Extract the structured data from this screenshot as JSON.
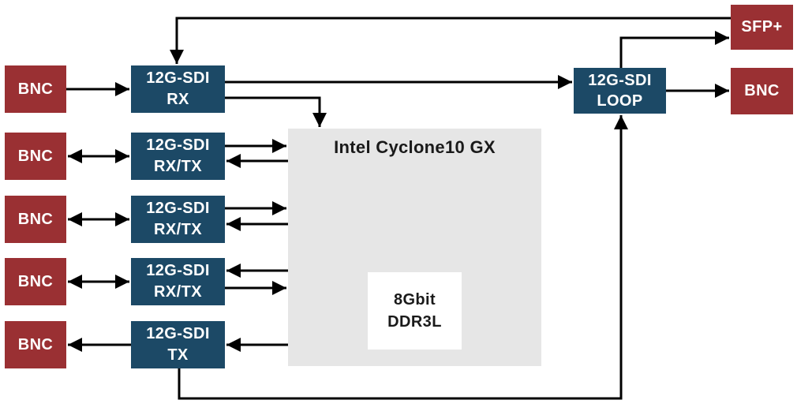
{
  "diagram": {
    "type": "block-diagram",
    "colors": {
      "port_red": "#9a3033",
      "sdi_blue": "#1c4966",
      "fpga_gray": "#e6e6e6",
      "memory_white": "#ffffff",
      "wire_black": "#000000",
      "label_white": "#ffffff",
      "label_dark": "#1a1a1a"
    },
    "left_ports": [
      {
        "label": "BNC"
      },
      {
        "label": "BNC"
      },
      {
        "label": "BNC"
      },
      {
        "label": "BNC"
      },
      {
        "label": "BNC"
      }
    ],
    "sdi_blocks": [
      {
        "line1": "12G-SDI",
        "line2": "RX"
      },
      {
        "line1": "12G-SDI",
        "line2": "RX/TX"
      },
      {
        "line1": "12G-SDI",
        "line2": "RX/TX"
      },
      {
        "line1": "12G-SDI",
        "line2": "RX/TX"
      },
      {
        "line1": "12G-SDI",
        "line2": "TX"
      }
    ],
    "fpga": {
      "label": "Intel Cyclone10 GX"
    },
    "memory": {
      "line1": "8Gbit",
      "line2": "DDR3L"
    },
    "loop_block": {
      "line1": "12G-SDI",
      "line2": "LOOP"
    },
    "sfp_port": {
      "label": "SFP+"
    },
    "output_port": {
      "label": "BNC"
    },
    "connections": [
      "SFP+ -> 12G-SDI RX",
      "BNC 1 -> 12G-SDI RX",
      "12G-SDI RX -> 12G-SDI LOOP",
      "12G-SDI RX -> Intel Cyclone10 GX",
      "BNC 2 <-> 12G-SDI RX/TX",
      "BNC 3 <-> 12G-SDI RX/TX",
      "BNC 4 <-> 12G-SDI RX/TX",
      "12G-SDI RX/TX <-> Intel Cyclone10 GX (x3)",
      "Intel Cyclone10 GX -> 12G-SDI TX",
      "12G-SDI TX -> BNC 5",
      "12G-SDI TX -> 12G-SDI LOOP",
      "12G-SDI LOOP -> SFP+",
      "12G-SDI LOOP -> BNC out"
    ]
  }
}
